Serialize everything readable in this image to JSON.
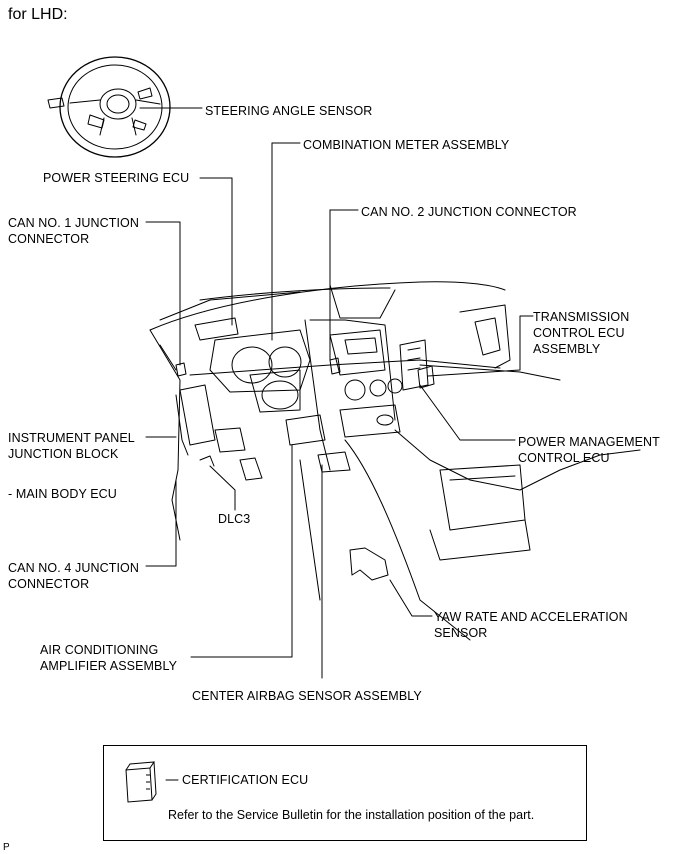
{
  "heading": "for LHD:",
  "labels": {
    "steering_angle_sensor": "STEERING ANGLE SENSOR",
    "combination_meter": "COMBINATION METER ASSEMBLY",
    "power_steering_ecu": "POWER STEERING ECU",
    "can1_junction": "CAN NO. 1 JUNCTION\nCONNECTOR",
    "can2_junction": "CAN NO. 2 JUNCTION CONNECTOR",
    "transmission_ecu": "TRANSMISSION\nCONTROL ECU\nASSEMBLY",
    "instrument_panel_jb": "INSTRUMENT PANEL\nJUNCTION BLOCK",
    "main_body_ecu": "- MAIN BODY ECU",
    "power_mgmt_ecu": "POWER MANAGEMENT\nCONTROL ECU",
    "dlc3": "DLC3",
    "can4_junction": "CAN NO. 4 JUNCTION\nCONNECTOR",
    "yaw_rate_sensor": "YAW RATE AND ACCELERATION\nSENSOR",
    "ac_amplifier": "AIR CONDITIONING\nAMPLIFIER ASSEMBLY",
    "center_airbag_sensor": "CENTER AIRBAG SENSOR ASSEMBLY"
  },
  "legend": {
    "certification_ecu": "CERTIFICATION ECU",
    "note": "Refer to the Service Bulletin for the installation position of the part."
  },
  "page_code": "P"
}
